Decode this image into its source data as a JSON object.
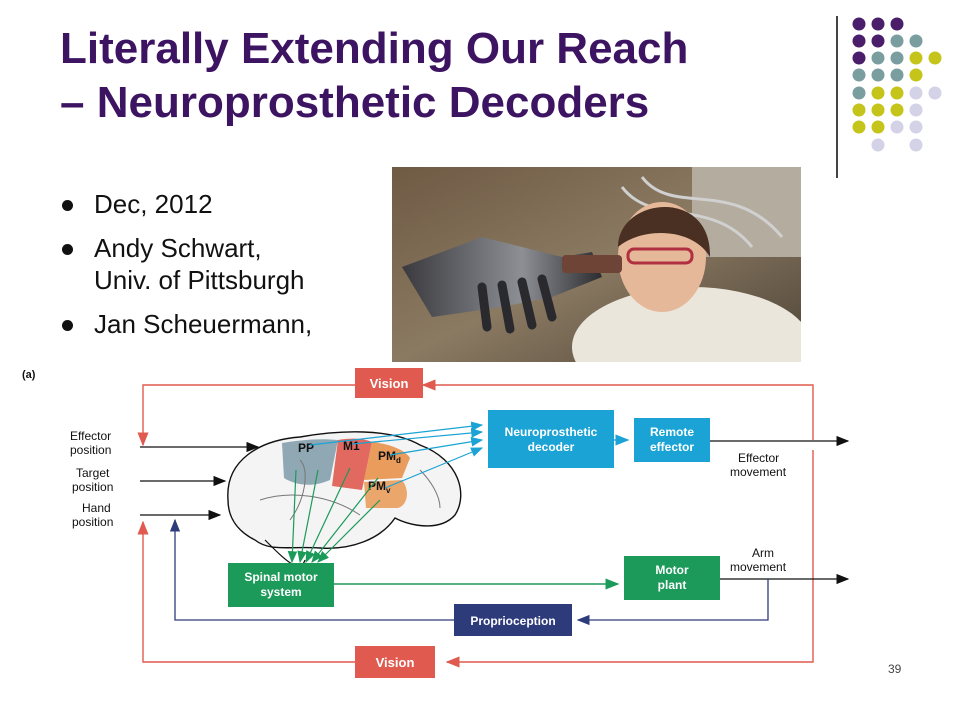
{
  "slide": {
    "title_line1": "Literally Extending Our Reach",
    "title_line2": "– Neuroprosthetic Decoders",
    "bullets": [
      {
        "text": "Dec, 2012",
        "sub": ""
      },
      {
        "text": "Andy Schwart,",
        "sub": "Univ. of Pittsburgh"
      },
      {
        "text": "Jan Scheuermann,",
        "sub": ""
      }
    ],
    "slide_number": "39"
  },
  "colors": {
    "title": "#3d1462",
    "dot_purple": "#4a1e6b",
    "dot_teal": "#7a9e9f",
    "dot_yellow": "#c5c41a",
    "dot_lavender": "#d4d2e6",
    "red_path": "#e05a4f",
    "teal_box": "#1aa3d4",
    "green_box": "#1c9a5a",
    "navy_box": "#2d3b7a"
  },
  "diagram": {
    "panel_label": "(a)",
    "vision_top": "Vision",
    "vision_bottom": "Vision",
    "inputs": {
      "effector_1": "Effector",
      "effector_2": "position",
      "target_1": "Target",
      "target_2": "position",
      "hand_1": "Hand",
      "hand_2": "position"
    },
    "decoder_1": "Neuroprosthetic",
    "decoder_2": "decoder",
    "remote_1": "Remote",
    "remote_2": "effector",
    "effector_move_1": "Effector",
    "effector_move_2": "movement",
    "spinal_1": "Spinal motor",
    "spinal_2": "system",
    "motor_1": "Motor",
    "motor_2": "plant",
    "arm_move_1": "Arm",
    "arm_move_2": "movement",
    "proprioception": "Proprioception",
    "brain_areas": {
      "pp": "PP",
      "m1": "M1",
      "pmd": "PM",
      "pmd_sub": "d",
      "pmv": "PM",
      "pmv_sub": "v"
    }
  }
}
